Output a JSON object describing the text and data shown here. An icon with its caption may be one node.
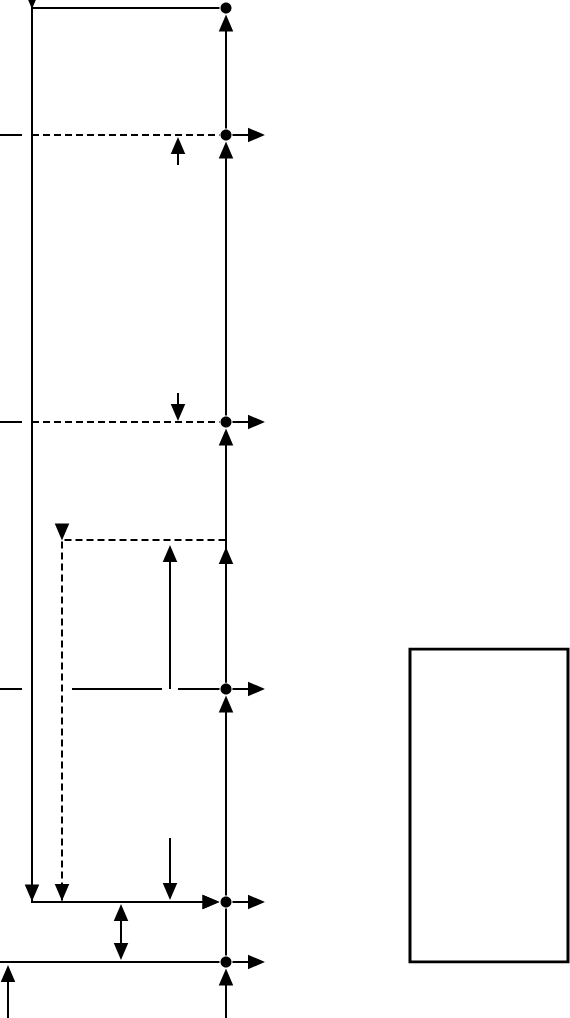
{
  "diagram": {
    "nodes": [
      {
        "text": [],
        "shape": "circle"
      },
      {
        "text": [],
        "shape": "circle"
      },
      {
        "text": [],
        "shape": "circle"
      },
      {
        "text": [],
        "shape": "circle"
      },
      {
        "text": [],
        "shape": "circle"
      },
      {
        "text": [],
        "shape": "circle"
      },
      {
        "text": [],
        "shape": "box"
      }
    ],
    "edges": [
      {
        "from": 1,
        "to": 0,
        "arrow": "to"
      },
      {
        "from": 2,
        "to": 1,
        "arrow": "to"
      },
      {
        "from": 3,
        "to": 2,
        "arrow": "to"
      },
      {
        "from": 4,
        "to": 3,
        "arrow": "to"
      },
      {
        "from": 5,
        "to": 4,
        "arrow": "none"
      },
      {
        "from": null,
        "to": 5,
        "arrow": "to"
      },
      {
        "from": 0,
        "to": 4,
        "arrow": "to"
      },
      {
        "from": 3,
        "to": 4,
        "arrow": "to",
        "style": "dashed"
      },
      {
        "from": 1,
        "to": null,
        "arrow": "to"
      },
      {
        "from": 2,
        "to": null,
        "arrow": "to"
      },
      {
        "from": 3,
        "to": null,
        "arrow": "to"
      },
      {
        "from": 4,
        "to": null,
        "arrow": "to"
      },
      {
        "from": 5,
        "to": null,
        "arrow": "to"
      },
      {
        "from": null,
        "to": 1,
        "arrow": "none",
        "style": "dashed"
      },
      {
        "from": null,
        "to": 2,
        "arrow": "none",
        "style": "dashed"
      },
      {
        "from": null,
        "to": 3,
        "arrow": "none"
      },
      {
        "from": null,
        "to": 5,
        "arrow": "none"
      }
    ]
  }
}
